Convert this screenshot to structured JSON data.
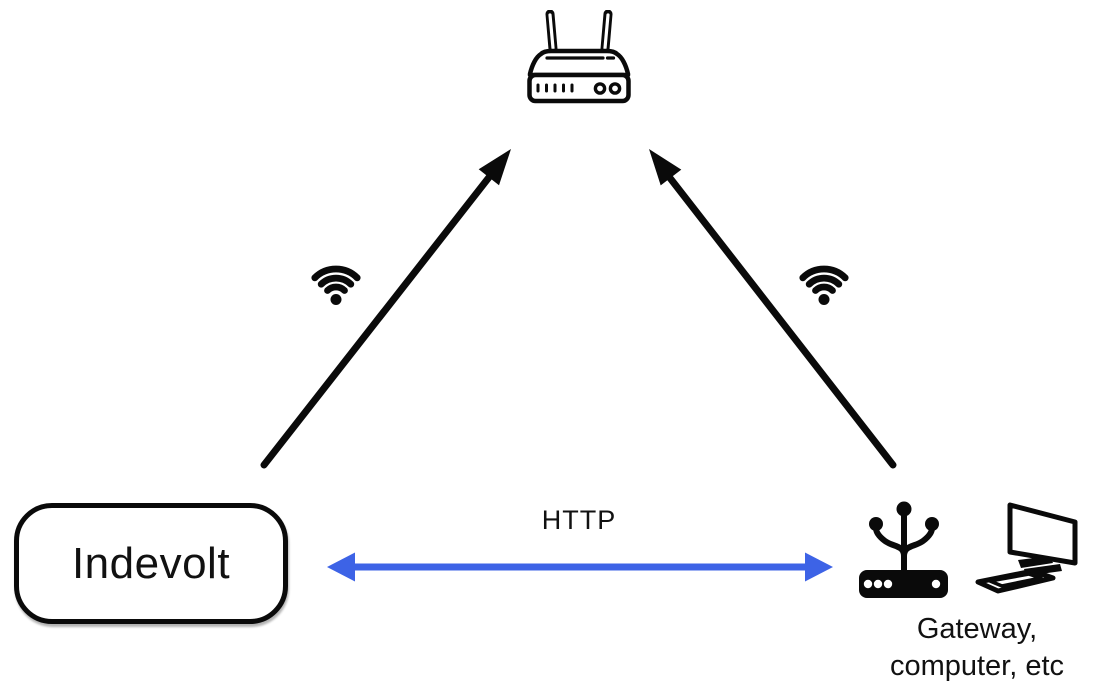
{
  "colors": {
    "background": "#ffffff",
    "ink": "#0a0a0a",
    "arrow_blue": "#3D63E6",
    "text": "#111111"
  },
  "nodes": {
    "router": {
      "icon": "wifi-router-icon"
    },
    "indevolt": {
      "label": "Indevolt"
    },
    "endpoint": {
      "icons": [
        "gateway-icon",
        "computer-icon"
      ],
      "caption_line1": "Gateway,",
      "caption_line2": "computer, etc"
    }
  },
  "edges": {
    "indevolt_to_router": {
      "style": "arrow-up",
      "icon": "wifi-icon",
      "color": "#0a0a0a"
    },
    "endpoint_to_router": {
      "style": "arrow-up",
      "icon": "wifi-icon",
      "color": "#0a0a0a"
    },
    "http_link": {
      "label": "HTTP",
      "style": "double-headed-arrow",
      "color": "#3D63E6"
    }
  }
}
